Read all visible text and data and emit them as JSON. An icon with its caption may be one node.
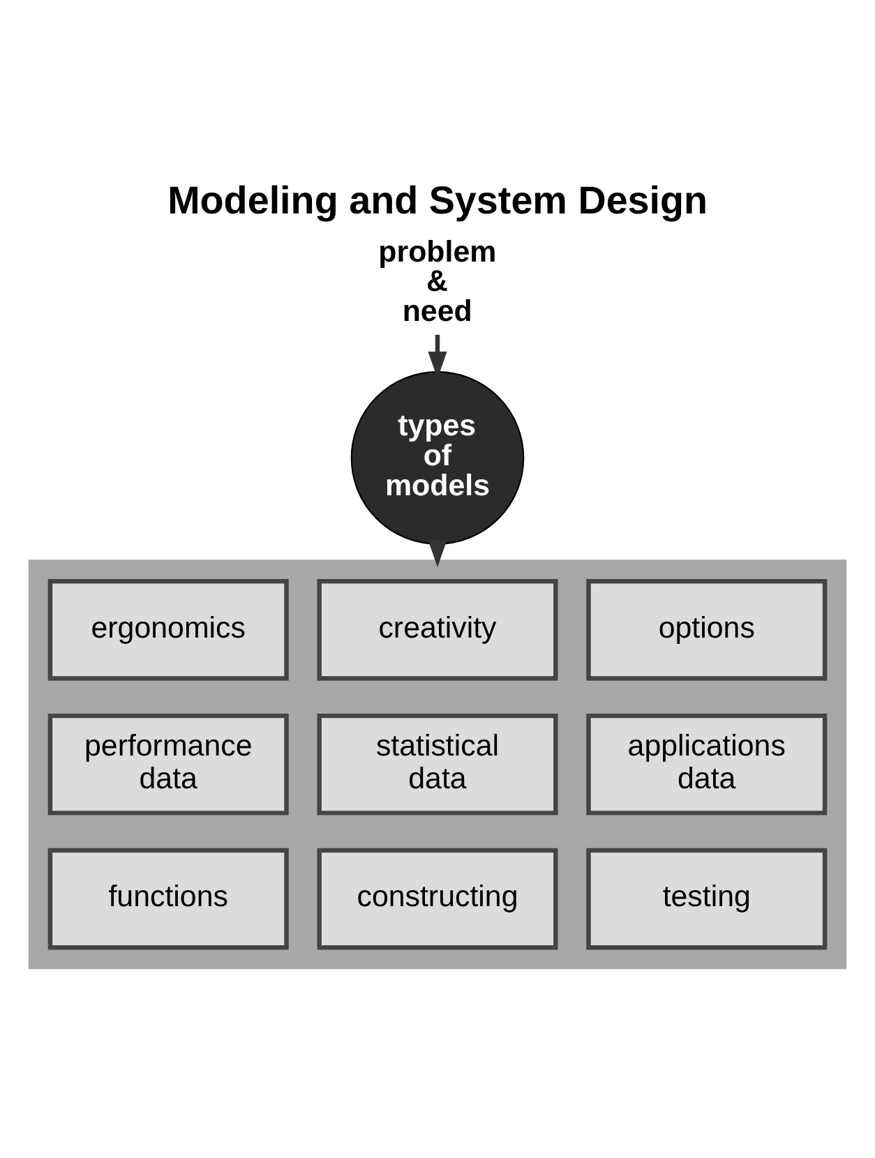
{
  "diagram": {
    "title": "Modeling and System Design",
    "nodes": [
      {
        "text": [
          "problem & need"
        ]
      },
      {
        "text": [
          "types of models"
        ]
      },
      {
        "text": [],
        "shape": "box"
      },
      {
        "text": [
          "ergonomics"
        ],
        "in": 2
      },
      {
        "text": [
          "creativity"
        ],
        "in": 2
      },
      {
        "text": [
          "options"
        ],
        "in": 2
      },
      {
        "text": [
          "performance data"
        ],
        "in": 2
      },
      {
        "text": [
          "statistical data"
        ],
        "in": 2
      },
      {
        "text": [
          "applications data"
        ],
        "in": 2
      },
      {
        "text": [
          "functions"
        ],
        "in": 2
      },
      {
        "text": [
          "constructing"
        ],
        "in": 2
      },
      {
        "text": [
          "testing"
        ],
        "in": 2
      }
    ],
    "edges": [
      {
        "from": 0,
        "to": 1,
        "arrow": "to"
      },
      {
        "from": 1,
        "to": 2,
        "arrow": "to"
      }
    ]
  }
}
